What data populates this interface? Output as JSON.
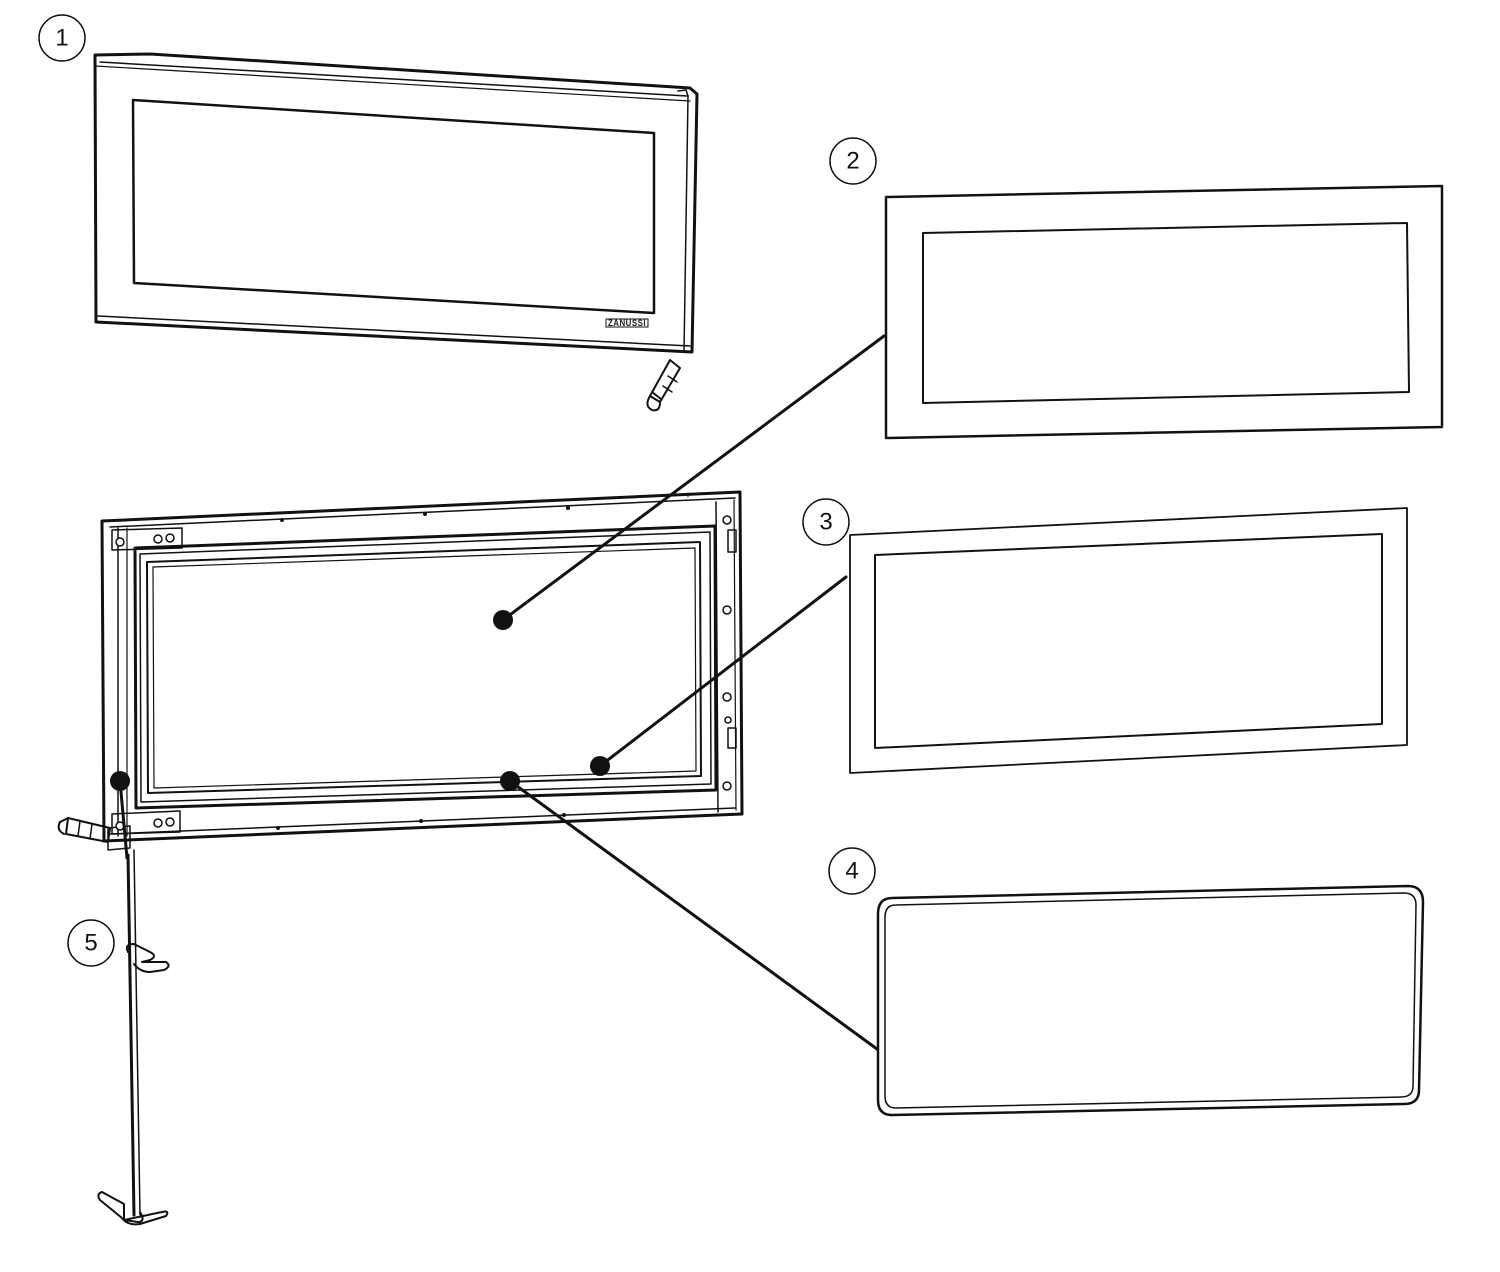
{
  "diagram": {
    "type": "exploded-parts-diagram",
    "callouts": [
      {
        "label": "1",
        "part": "door-assembly"
      },
      {
        "label": "2",
        "part": "outer-glass-panel"
      },
      {
        "label": "3",
        "part": "inner-glass-panel"
      },
      {
        "label": "4",
        "part": "door-seal-gasket"
      },
      {
        "label": "5",
        "part": "door-hinge-rod"
      }
    ],
    "logo_text": "ZANUSSI",
    "colors": {
      "line": "#111111",
      "background": "#ffffff"
    }
  }
}
